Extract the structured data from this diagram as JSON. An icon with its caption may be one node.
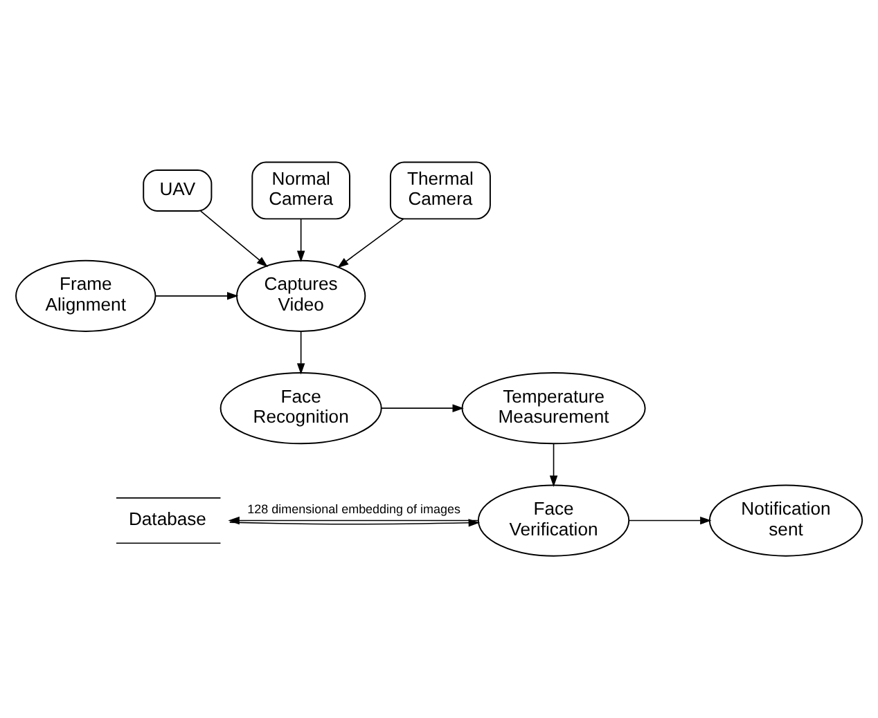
{
  "diagram": {
    "nodes": [
      {
        "text": [
          "UAV"
        ]
      },
      {
        "text": [
          "Normal Camera"
        ]
      },
      {
        "text": [
          "Thermal Camera"
        ]
      },
      {
        "text": [
          "Captures Video"
        ]
      },
      {
        "text": [
          "Frame Alignment"
        ]
      },
      {
        "text": [
          "Face Recognition"
        ]
      },
      {
        "text": [
          "Temperature Measurement"
        ]
      },
      {
        "text": [
          "Database"
        ]
      },
      {
        "text": [
          "Face Verification"
        ]
      },
      {
        "text": [
          "Notification sent"
        ]
      }
    ],
    "edges": [
      {
        "from": 0,
        "to": 3,
        "arrow": "to"
      },
      {
        "from": 1,
        "to": 3,
        "arrow": "to"
      },
      {
        "from": 2,
        "to": 3,
        "arrow": "to"
      },
      {
        "from": 4,
        "to": 3,
        "arrow": "to"
      },
      {
        "from": 3,
        "to": 5,
        "arrow": "to"
      },
      {
        "from": 5,
        "to": 6,
        "arrow": "to"
      },
      {
        "from": 6,
        "to": 8,
        "arrow": "to"
      },
      {
        "from": 7,
        "to": 8,
        "arrow": "to"
      },
      {
        "from": 8,
        "to": 7,
        "arrow": "to",
        "label": "128 dimensional embedding of images"
      },
      {
        "from": 8,
        "to": 9,
        "arrow": "to"
      }
    ]
  }
}
